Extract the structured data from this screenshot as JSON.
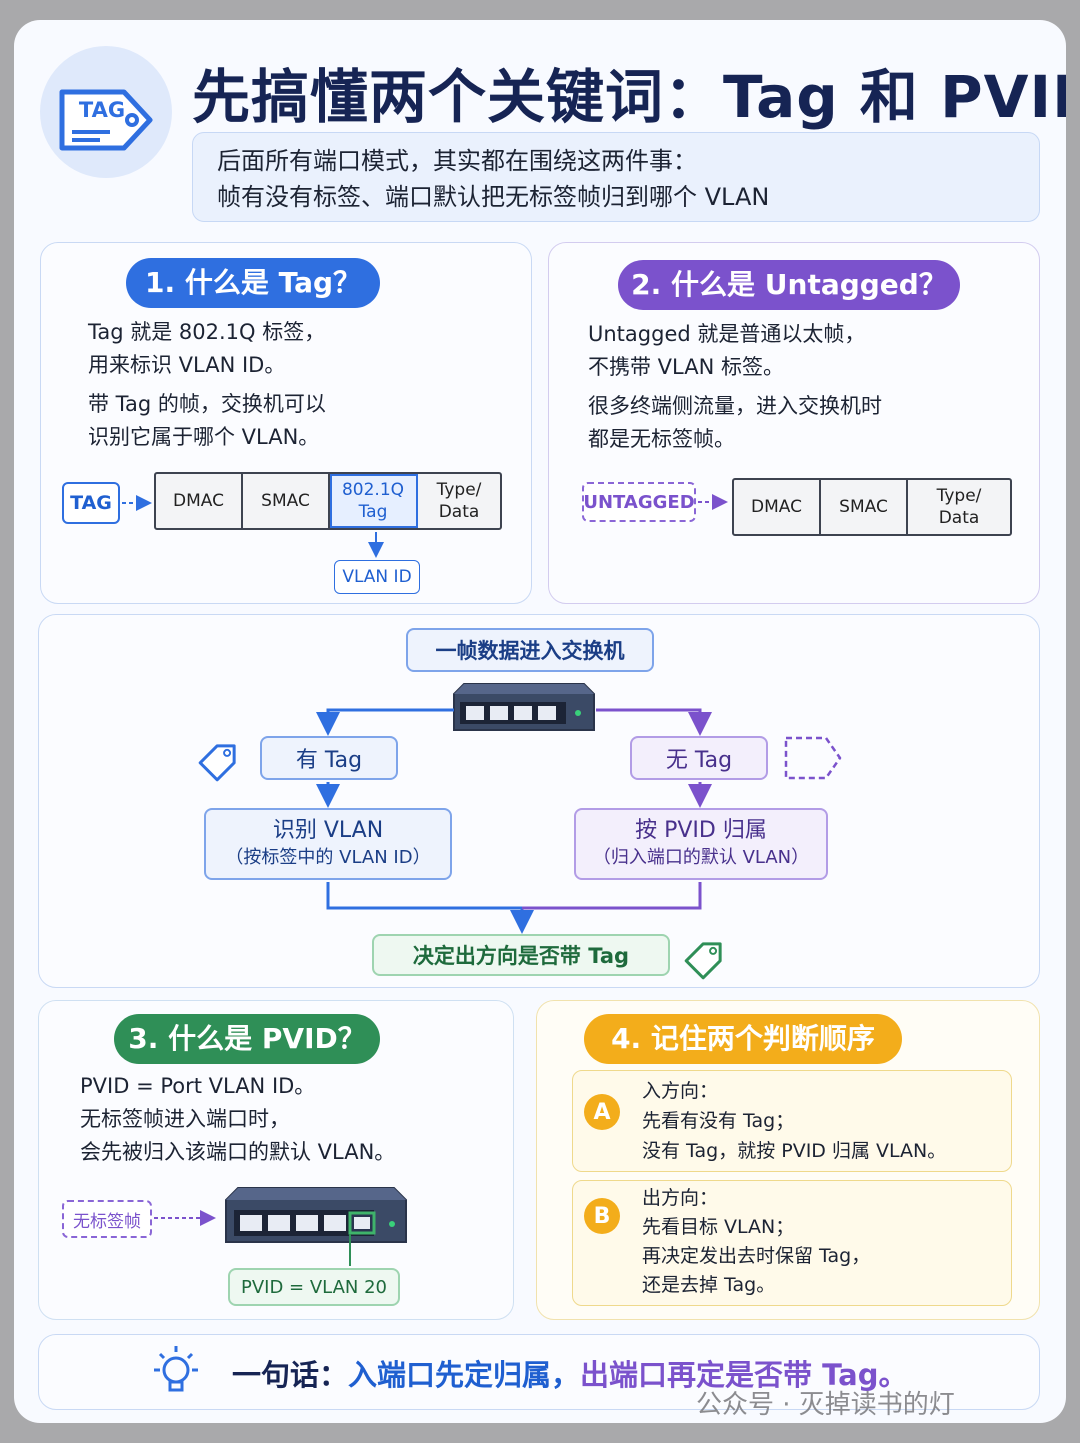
{
  "header": {
    "icon_label": "TAG",
    "title": "先搞懂两个关键词：Tag 和 PVID",
    "subtitle_line1": "后面所有端口模式，其实都在围绕这两件事：",
    "subtitle_line2": "帧有没有标签、端口默认把无标签帧归到哪个 VLAN"
  },
  "card1": {
    "heading": "1. 什么是 Tag？",
    "lines": [
      "Tag 就是 802.1Q 标签，",
      "用来标识 VLAN ID。",
      "带 Tag 的帧，交换机可以",
      "识别它属于哪个 VLAN。"
    ],
    "tag_label": "TAG",
    "frame_cells": [
      "DMAC",
      "SMAC",
      "802.1Q\nTag",
      "Type/\nData"
    ],
    "vlan_id_label": "VLAN ID"
  },
  "card2": {
    "heading": "2. 什么是 Untagged？",
    "lines": [
      "Untagged 就是普通以太帧，",
      "不携带 VLAN 标签。",
      "很多终端侧流量，进入交换机时",
      "都是无标签帧。"
    ],
    "untagged_label": "UNTAGGED",
    "frame_cells": [
      "DMAC",
      "SMAC",
      "Type/\nData"
    ]
  },
  "flow": {
    "top": "一帧数据进入交换机",
    "left_branch": "有 Tag",
    "right_branch": "无 Tag",
    "left_result_1": "识别 VLAN",
    "left_result_2": "（按标签中的 VLAN ID）",
    "right_result_1": "按 PVID 归属",
    "right_result_2": "（归入端口的默认 VLAN）",
    "bottom": "决定出方向是否带 Tag"
  },
  "card3": {
    "heading": "3. 什么是 PVID？",
    "lines": [
      "PVID = Port VLAN ID。",
      "无标签帧进入端口时，",
      "会先被归入该端口的默认 VLAN。"
    ],
    "untagged_frame_label": "无标签帧",
    "pvid_label": "PVID = VLAN 20"
  },
  "card4": {
    "heading": "4. 记住两个判断顺序",
    "a": {
      "badge": "A",
      "lines": [
        "入方向：",
        "先看有没有 Tag；",
        "没有 Tag，就按 PVID 归属 VLAN。"
      ]
    },
    "b": {
      "badge": "B",
      "lines": [
        "出方向：",
        "先看目标 VLAN；",
        "再决定发出去时保留 Tag，",
        "还是去掉 Tag。"
      ]
    }
  },
  "summary": {
    "prefix": "一句话：",
    "part1": "入端口先定归属，",
    "part2": "出端口再定是否带 Tag。"
  },
  "watermark": "公众号 · 灭掉读书的灯",
  "colors": {
    "blue": "#2f6fe0",
    "purple": "#7b52cc",
    "green": "#2f8f57",
    "amber": "#f3ad1b",
    "navy": "#162454"
  }
}
